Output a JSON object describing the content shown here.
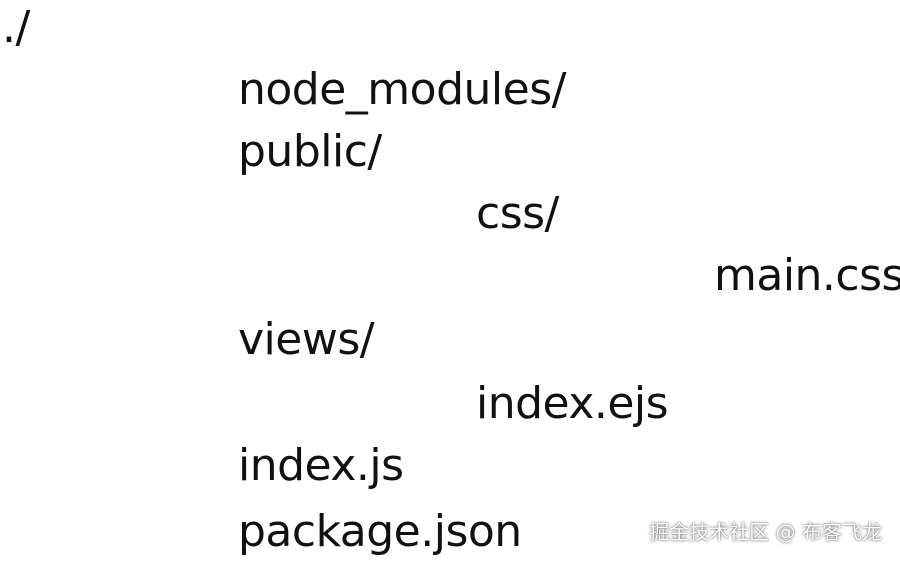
{
  "tree": {
    "root": "./",
    "node_modules": "node_modules/",
    "public": "public/",
    "css": "css/",
    "main_css": "main.css",
    "views": "views/",
    "index_ejs": "index.ejs",
    "index_js": "index.js",
    "package_json": "package.json"
  },
  "watermark": "掘金技术社区 @ 布客飞龙"
}
